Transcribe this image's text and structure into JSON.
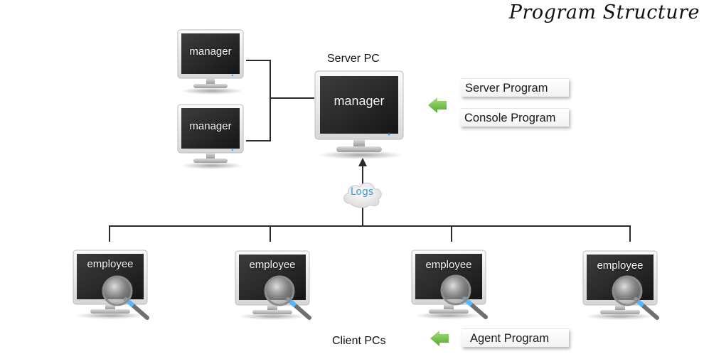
{
  "title": "Program Structure",
  "server_label": "Server PC",
  "clients_label": "Client PCs",
  "logs_label": "Logs",
  "monitors": {
    "server": "manager",
    "manager_1": "manager",
    "manager_2": "manager",
    "employee_1": "employee",
    "employee_2": "employee",
    "employee_3": "employee",
    "employee_4": "employee"
  },
  "server_programs": [
    "Server Program",
    "Console Program"
  ],
  "client_programs": [
    "Agent Program"
  ],
  "colors": {
    "arrow_green": "#6cc644",
    "line": "#2a2a2a",
    "screen": "#2b2b2b",
    "bezel": "#eaeaea",
    "cloud_text": "#3a9ad9"
  }
}
